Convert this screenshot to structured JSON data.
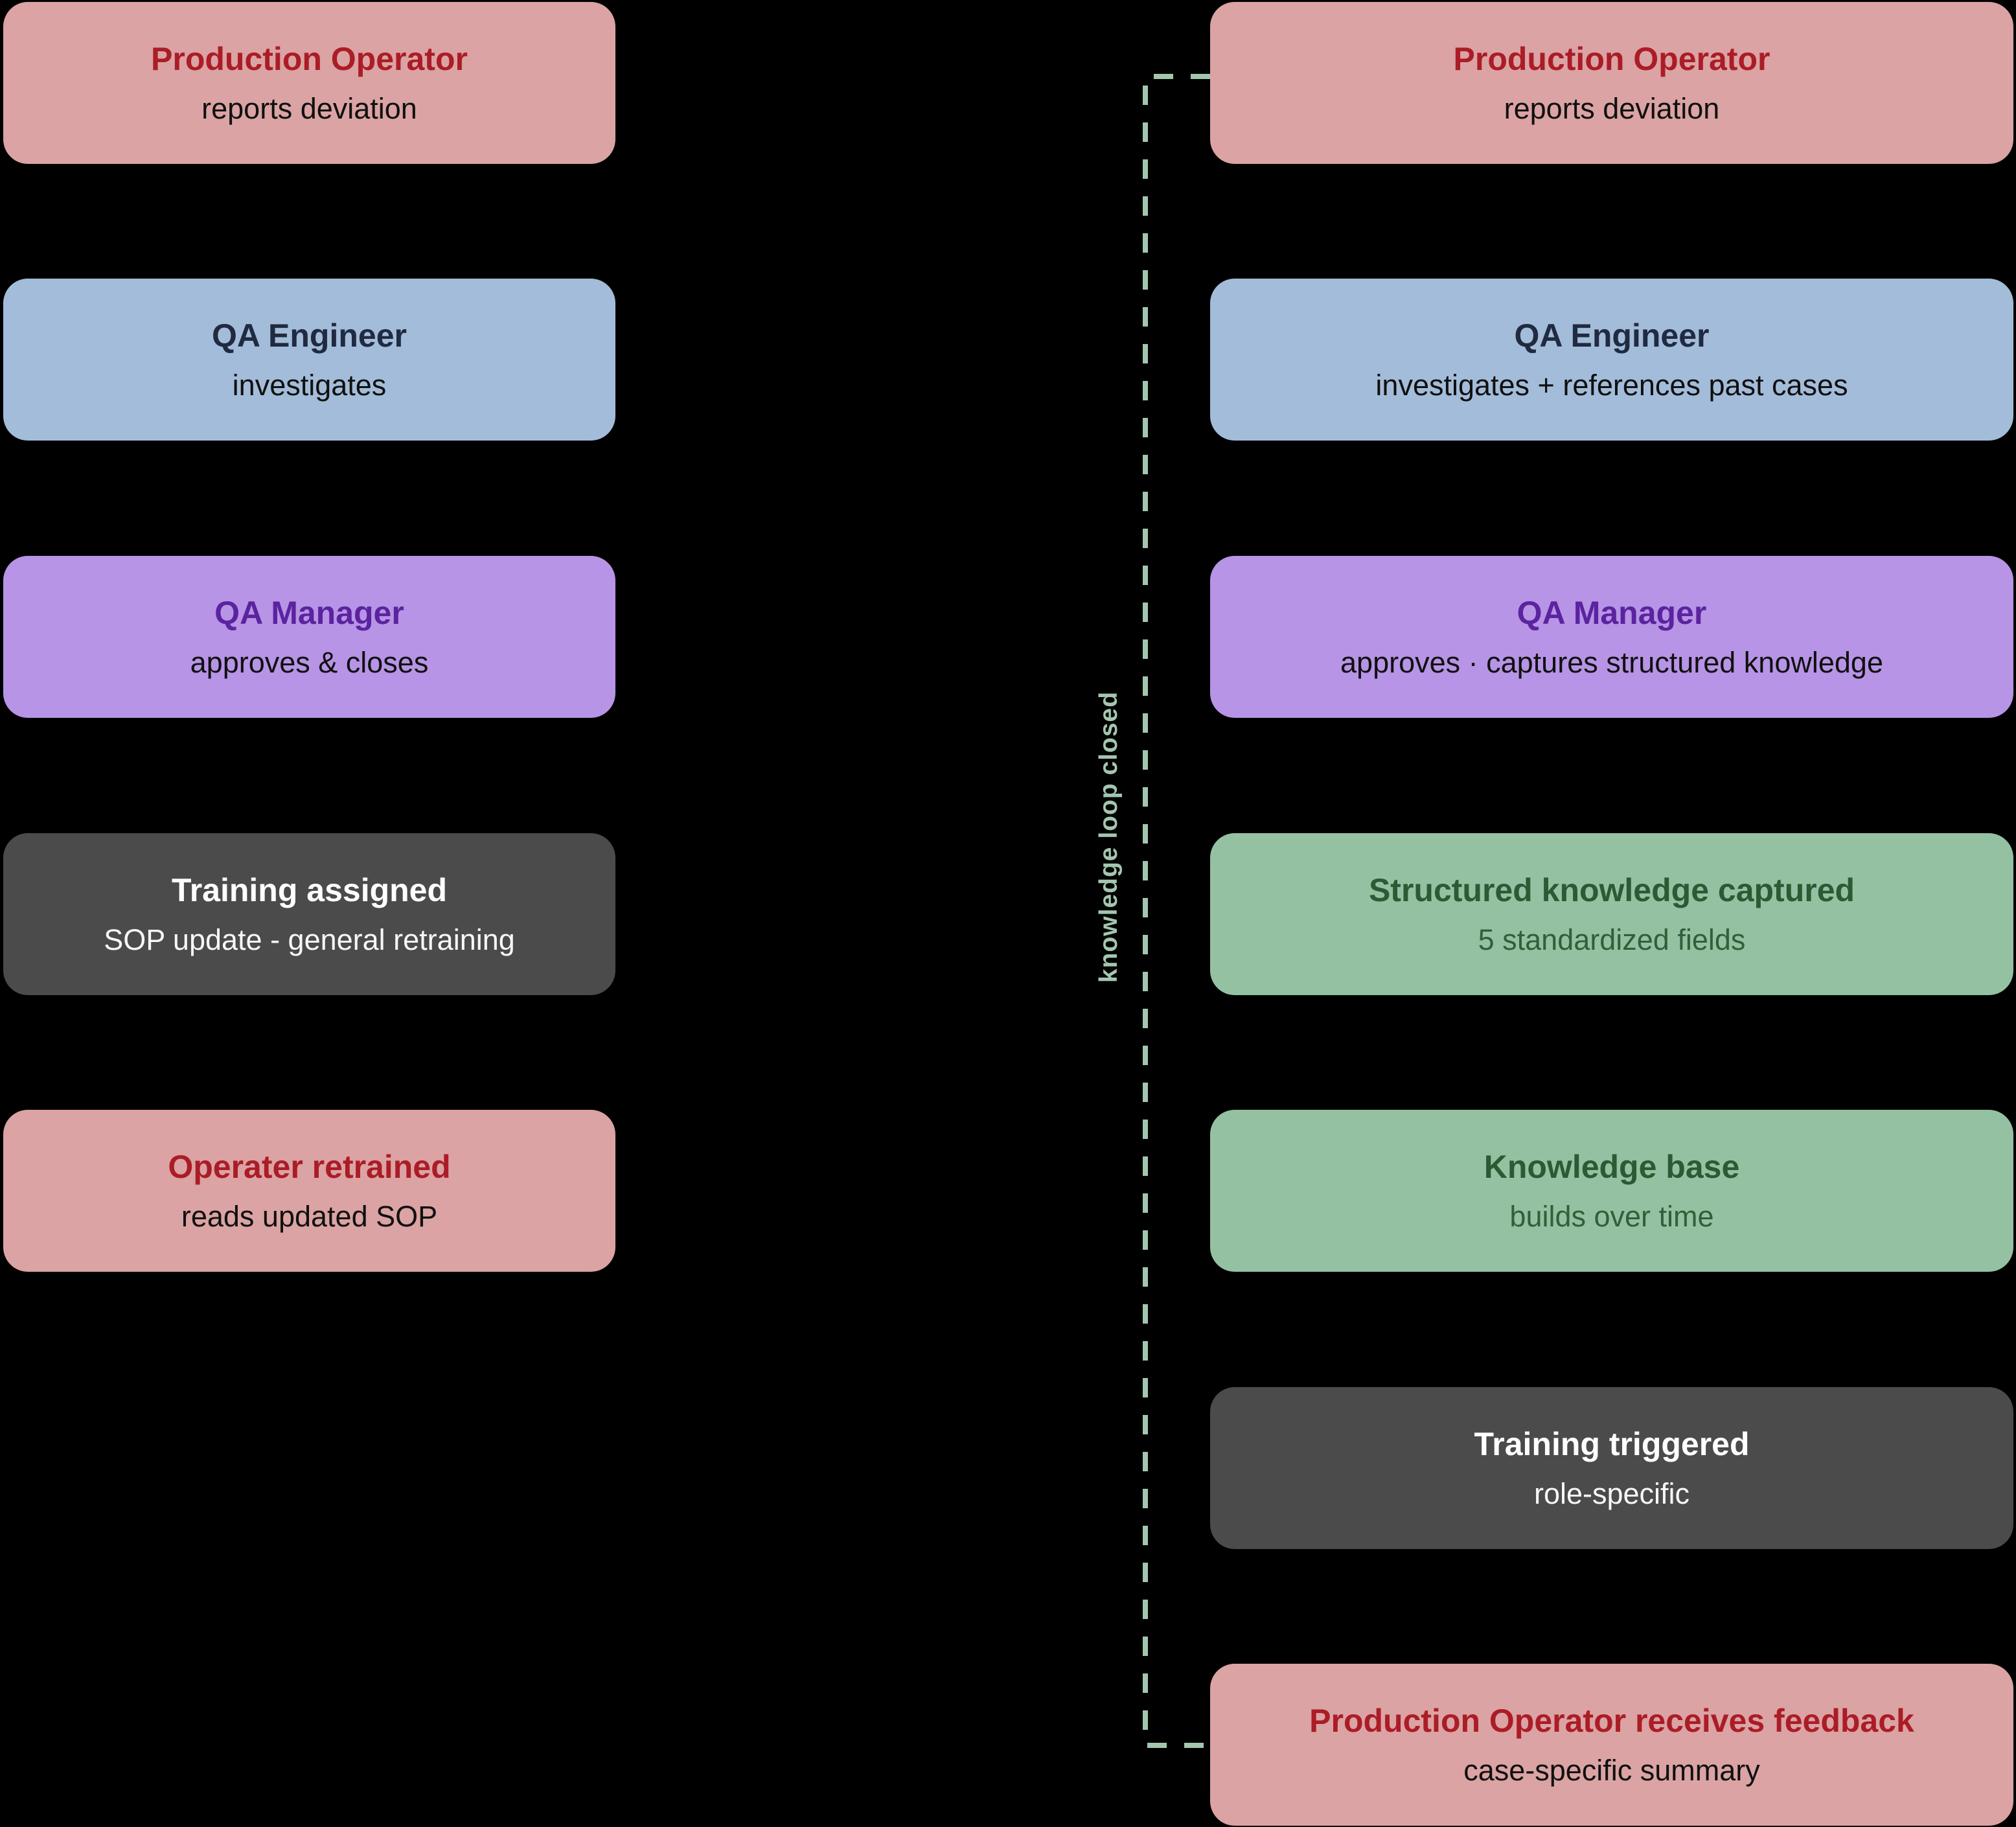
{
  "left_flow": {
    "steps": [
      {
        "variant": "pink",
        "title": "Production Operator",
        "subtitle": "reports deviation"
      },
      {
        "variant": "blue",
        "title": "QA Engineer",
        "subtitle": "investigates"
      },
      {
        "variant": "purple",
        "title": "QA Manager",
        "subtitle": "approves & closes"
      },
      {
        "variant": "gray",
        "title": "Training assigned",
        "subtitle": "SOP update - general retraining"
      },
      {
        "variant": "pink",
        "title": "Operater retrained",
        "subtitle": "reads updated SOP"
      }
    ]
  },
  "right_flow": {
    "steps": [
      {
        "variant": "pink",
        "title": "Production Operator",
        "subtitle": "reports deviation"
      },
      {
        "variant": "blue",
        "title": "QA Engineer",
        "subtitle": "investigates + references past cases"
      },
      {
        "variant": "purple",
        "title": "QA Manager",
        "subtitle": "approves · captures structured knowledge"
      },
      {
        "variant": "green",
        "title": "Structured knowledge captured",
        "subtitle": "5 standardized fields"
      },
      {
        "variant": "green",
        "title": "Knowledge base",
        "subtitle": "builds over time"
      },
      {
        "variant": "gray",
        "title": "Training triggered",
        "subtitle": "role-specific"
      },
      {
        "variant": "pink",
        "title": "Production Operator receives feedback",
        "subtitle": "case-specific summary"
      }
    ],
    "loop_label": "knowledge loop closed"
  },
  "colors": {
    "background": "#000000",
    "pink_box": "#dba3a3",
    "pink_title": "#ab1c27",
    "blue_box": "#a3bcd9",
    "blue_title": "#202a40",
    "purple_box": "#b794e6",
    "purple_title": "#5b239f",
    "gray_box": "#4b4b4b",
    "gray_title": "#ffffff",
    "green_box": "#95c1a3",
    "green_title": "#2b5a33",
    "dark_subtitle": "#101010",
    "loop_line": "#a3c6af"
  }
}
